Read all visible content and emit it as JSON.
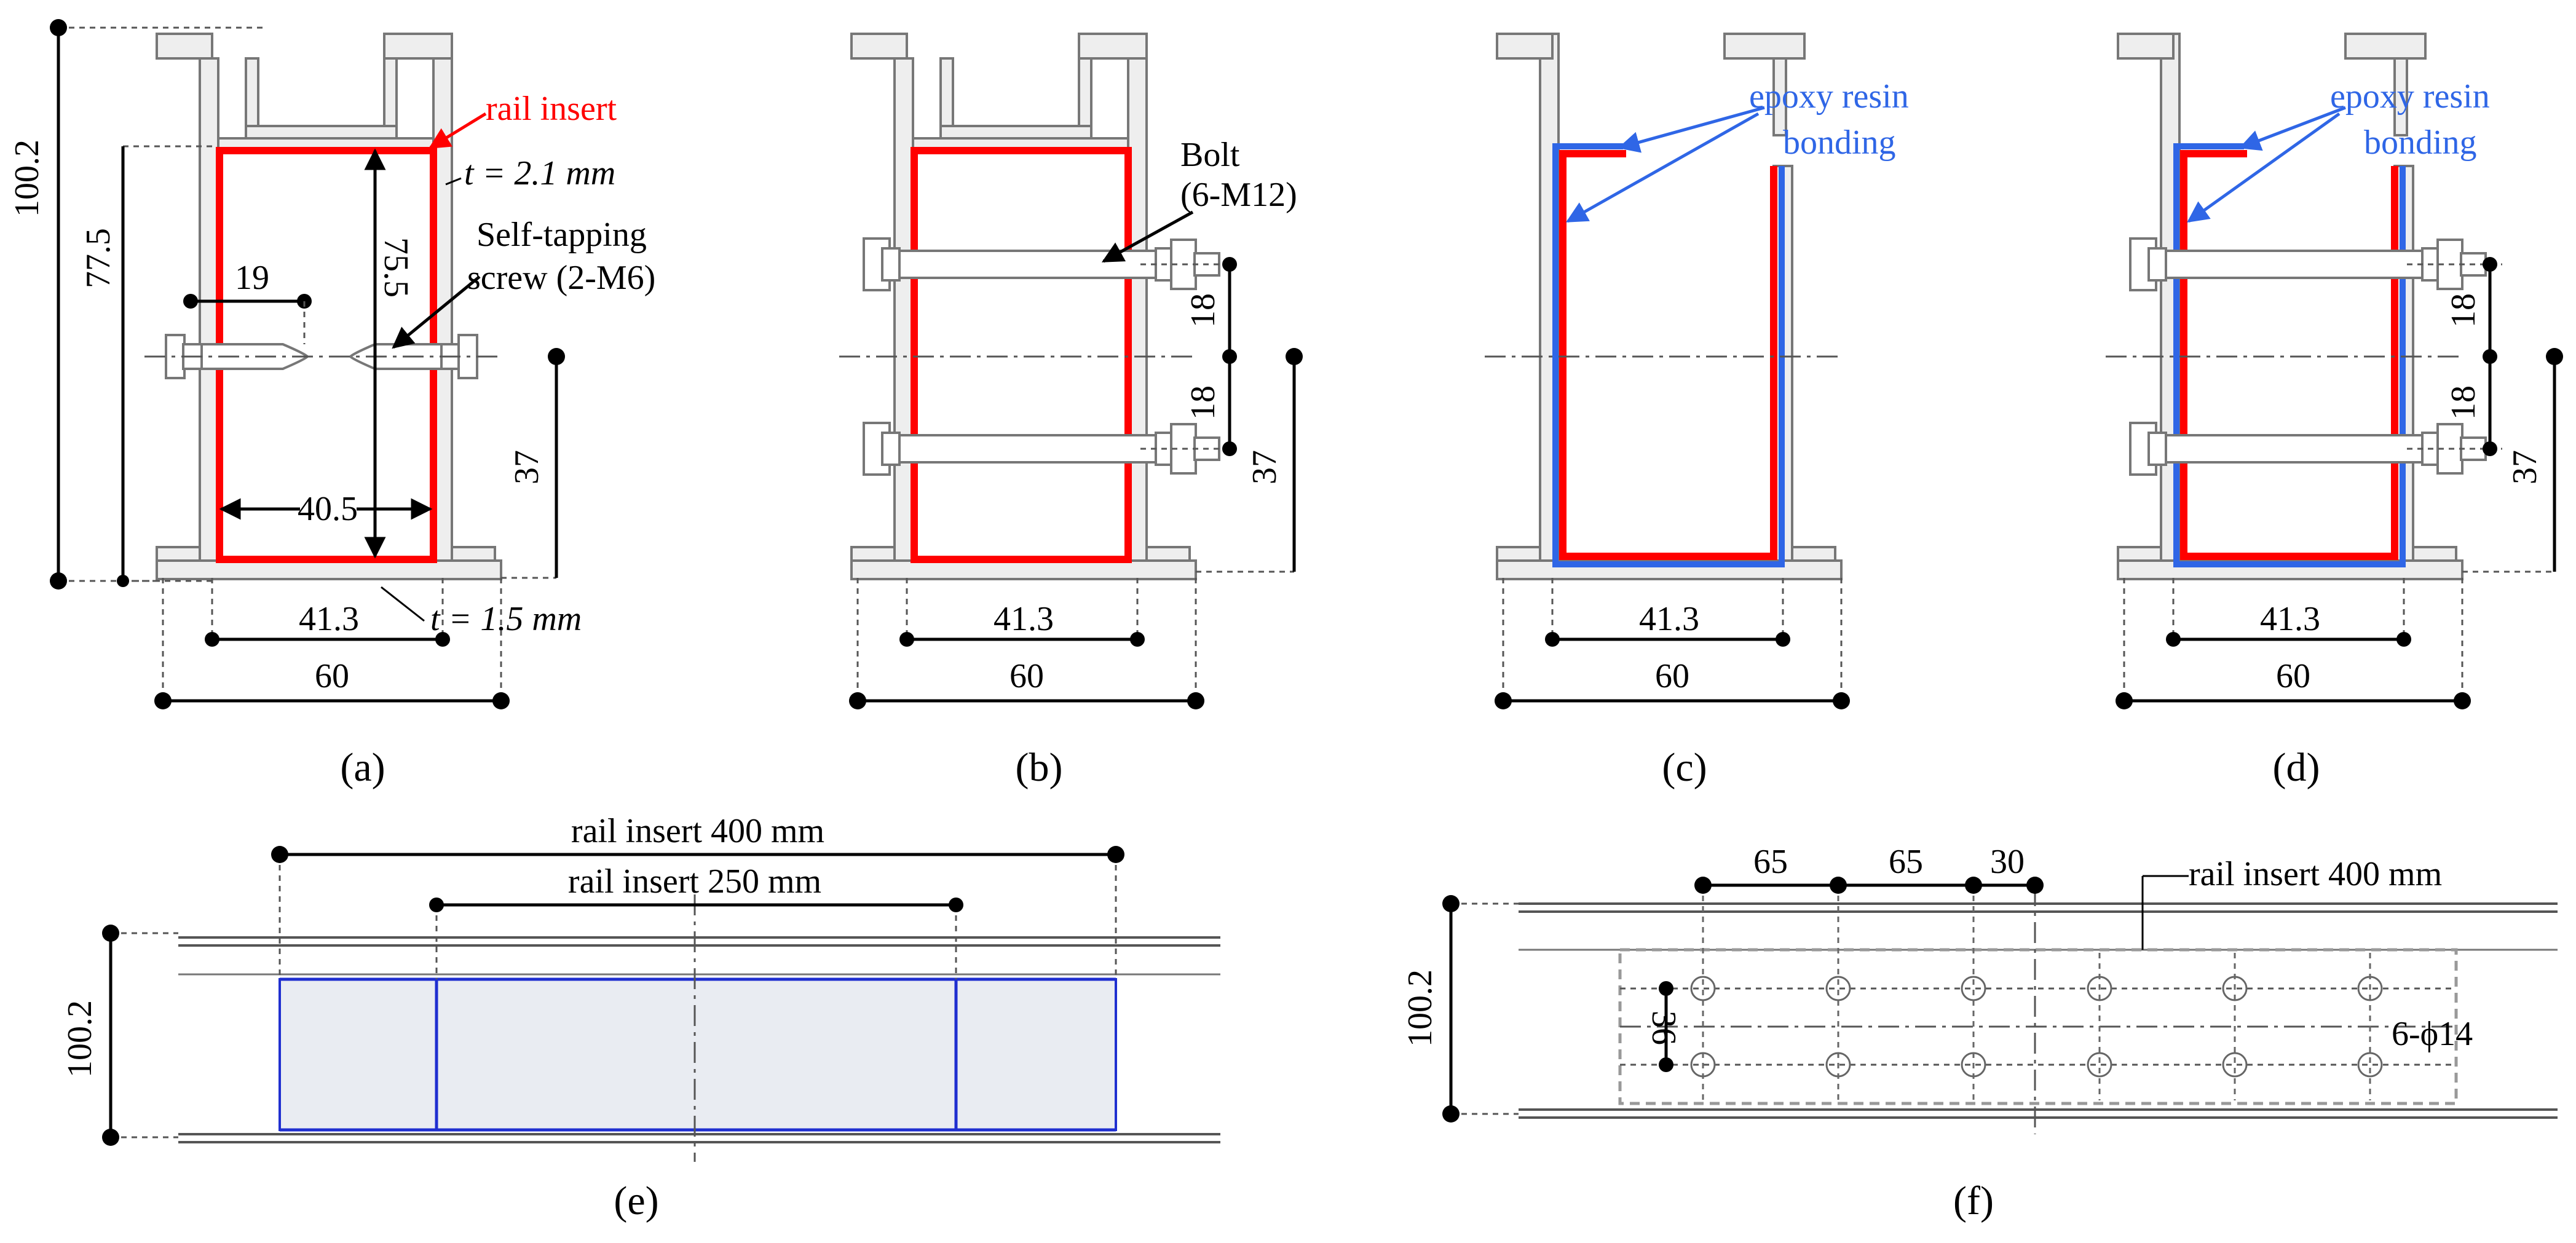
{
  "colors": {
    "insert": "#ff0000",
    "epoxy": "#2f66e6",
    "profile": "#777777",
    "profile_fill": "#eeeeee",
    "insert_fill_e": "#e9ecf2",
    "insert_line_e": "#1f2fd0"
  },
  "panel_a": {
    "caption": "(a)",
    "label_rail_insert": "rail insert",
    "label_t_top": "t = 2.1 mm",
    "label_screw_1": "Self-tapping",
    "label_screw_2": "screw (2-M6)",
    "label_t_bottom": "t = 1.5 mm",
    "dim_height": "100.2",
    "dim_insert_height": "77.5",
    "dim_inner_height": "75.5",
    "dim_screw": "19",
    "dim_inner_width": "40.5",
    "dim_center": "37",
    "dim_41": "41.3",
    "dim_60": "60"
  },
  "panel_b": {
    "caption": "(b)",
    "label_bolt_1": "Bolt",
    "label_bolt_2": "(6-M12)",
    "dim_18_top": "18",
    "dim_18_bottom": "18",
    "dim_center": "37",
    "dim_41": "41.3",
    "dim_60": "60"
  },
  "panel_c": {
    "caption": "(c)",
    "label_epoxy_1": "epoxy resin",
    "label_epoxy_2": "bonding",
    "dim_41": "41.3",
    "dim_60": "60"
  },
  "panel_d": {
    "caption": "(d)",
    "label_epoxy_1": "epoxy resin",
    "label_epoxy_2": "bonding",
    "dim_18_top": "18",
    "dim_18_bottom": "18",
    "dim_center": "37",
    "dim_41": "41.3",
    "dim_60": "60"
  },
  "panel_e": {
    "caption": "(e)",
    "label_insert_400": "rail insert  400 mm",
    "label_insert_250": "rail insert  250 mm",
    "dim_height": "100.2"
  },
  "panel_f": {
    "caption": "(f)",
    "label_insert_400": "rail insert  400 mm",
    "label_holes": "6-ϕ14",
    "dim_height": "100.2",
    "dim_65_a": "65",
    "dim_65_b": "65",
    "dim_30": "30",
    "dim_36": "36"
  }
}
